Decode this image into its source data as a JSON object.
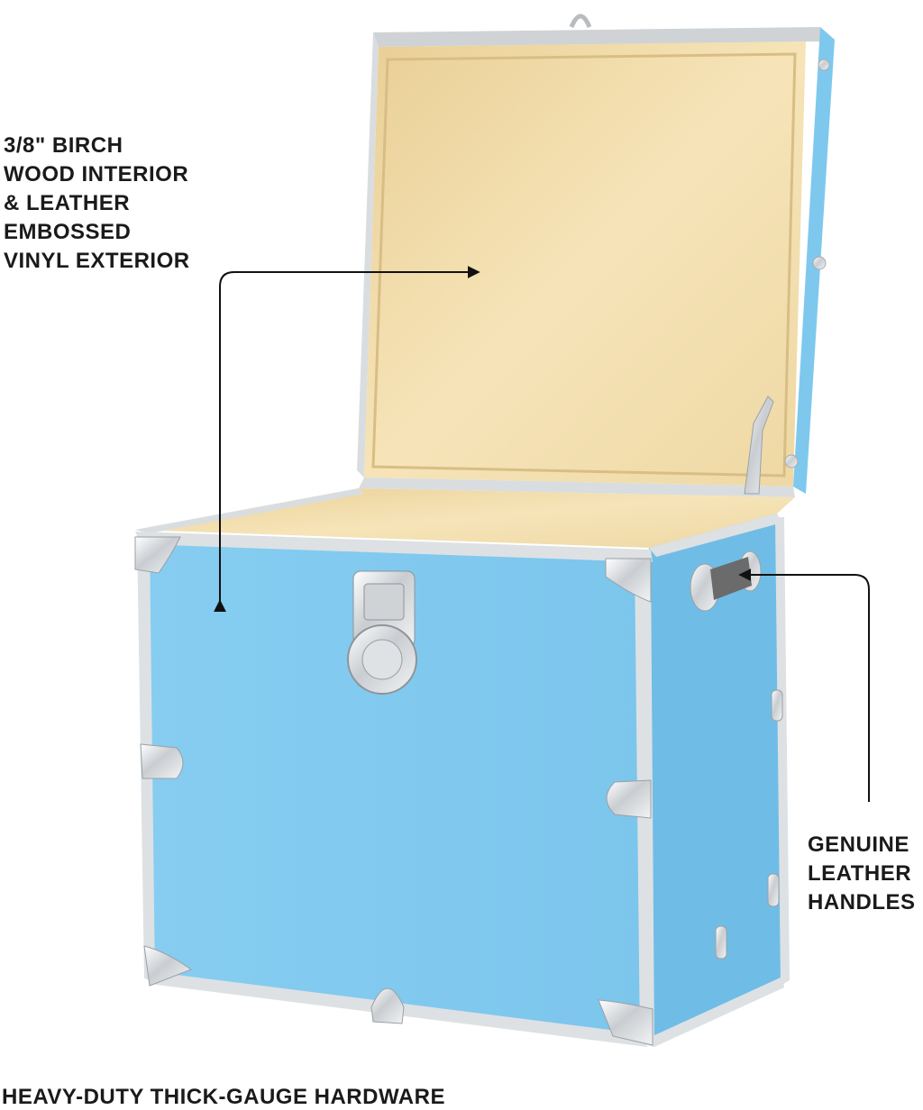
{
  "callouts": {
    "birch_interior": "3/8\" BIRCH\nWOOD INTERIOR\n& LEATHER\nEMBOSSED\nVINYL EXTERIOR",
    "leather_handles": "GENUINE\nLEATHER\nHANDLES",
    "hardware": "HEAVY-DUTY THICK-GAUGE HARDWARE"
  },
  "colors": {
    "trunk_blue": "#7ec8ee",
    "trunk_blue_side": "#6fbde6",
    "birch": "#f3dfae",
    "trim": "#d9dde0",
    "chrome": "#e6e8ea",
    "leather": "#6b6b6b",
    "text": "#1a1a1a"
  },
  "icons": [
    "latch-icon",
    "corner-bracket-icon",
    "handle-icon",
    "arrow-icon"
  ]
}
